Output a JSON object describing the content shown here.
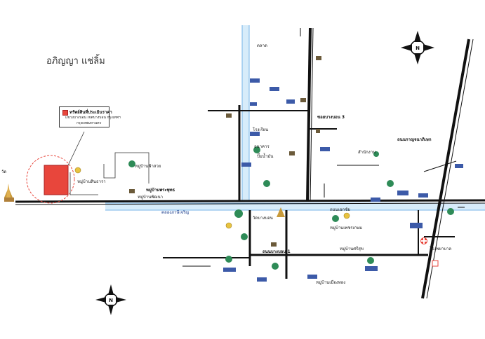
{
  "map": {
    "author_text": "อภิญญา แช่ลิ้ม",
    "legend": {
      "title": "ทรัพย์สินที่ประเมินราคา",
      "line1": "แขวงบางบอน เขตบางบอน กรุงเทพฯ",
      "line2": "กรุงเทพมหานคร"
    },
    "landmarks": [
      {
        "id": "temple-left",
        "label": "วัด"
      },
      {
        "id": "village-1",
        "label": "หมู่บ้านฟ้าสวย"
      },
      {
        "id": "village-2",
        "label": "หมู่บ้านสินธารา"
      },
      {
        "id": "village-3",
        "label": "หมู่บ้านพระพุทธ"
      },
      {
        "id": "village-4",
        "label": "หมู่บ้านพัฒนา"
      },
      {
        "id": "market",
        "label": "ตลาด"
      },
      {
        "id": "school",
        "label": "โรงเรียน"
      },
      {
        "id": "gas",
        "label": "ปั๊มน้ำมัน"
      },
      {
        "id": "bank",
        "label": "ธนาคาร"
      },
      {
        "id": "wat-2",
        "label": "วัดบางบอน"
      },
      {
        "id": "village-5",
        "label": "หมู่บ้านเพชรเกษม"
      },
      {
        "id": "village-6",
        "label": "หมู่บ้านศรีสุข"
      },
      {
        "id": "village-7",
        "label": "หมู่บ้านเมืองทอง"
      },
      {
        "id": "hospital",
        "label": "โรงพยาบาล"
      },
      {
        "id": "office",
        "label": "สำนักงาน"
      }
    ],
    "roads": {
      "main_road": "ถนนเอกชัย",
      "canal": "คลองภาษีเจริญ",
      "side_road_1": "ซอยบางบอน 3",
      "side_road_2": "ถนนบางบอน 1",
      "diagonal_road": "ถนนกาญจนาภิเษก"
    },
    "colors": {
      "road": "#111111",
      "canal": "#7ab6e8",
      "property": "#e8463c",
      "building": "#3c5aa8",
      "tree": "#2e8b57",
      "marker": "#e8c340"
    },
    "icons": [
      "compass-icon",
      "temple-icon",
      "tree-icon",
      "house-icon",
      "factory-icon",
      "marker-icon",
      "hospital-icon",
      "sign-icon"
    ]
  }
}
